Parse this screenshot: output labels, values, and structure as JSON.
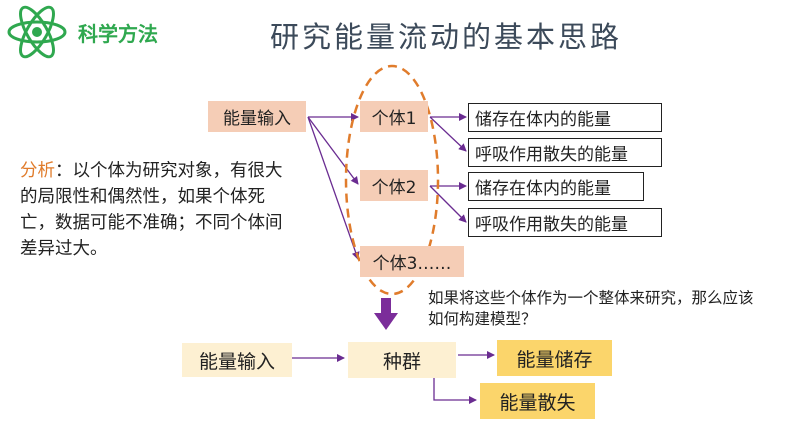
{
  "header": {
    "brand_label": "科学方法",
    "title": "研究能量流动的基本思路",
    "logo_icon": "atom-icon"
  },
  "individual_diagram": {
    "input_label": "能量输入",
    "individuals": [
      {
        "label": "个体1",
        "outputs": [
          "储存在体内的能量",
          "呼吸作用散失的能量"
        ]
      },
      {
        "label": "个体2",
        "outputs": [
          "储存在体内的能量",
          "呼吸作用散失的能量"
        ]
      },
      {
        "label": "个体3……"
      }
    ]
  },
  "analysis": {
    "label": "分析",
    "text": "：以个体为研究对象，有很大的局限性和偶然性，如果个体死亡，数据可能不准确；不同个体间差异过大。"
  },
  "question": "如果将这些个体作为一个整体来研究，那么应该如何构建模型？",
  "population_diagram": {
    "input_label": "能量输入",
    "population_label": "种群",
    "storage_label": "能量储存",
    "loss_label": "能量散失"
  },
  "colors": {
    "brand_green": "#2fa84f",
    "peach_box": "#f5cdb6",
    "yellow_box": "#fbd56b",
    "arrow_purple": "#6a2c91",
    "dashed_orange": "#e07c2c"
  }
}
